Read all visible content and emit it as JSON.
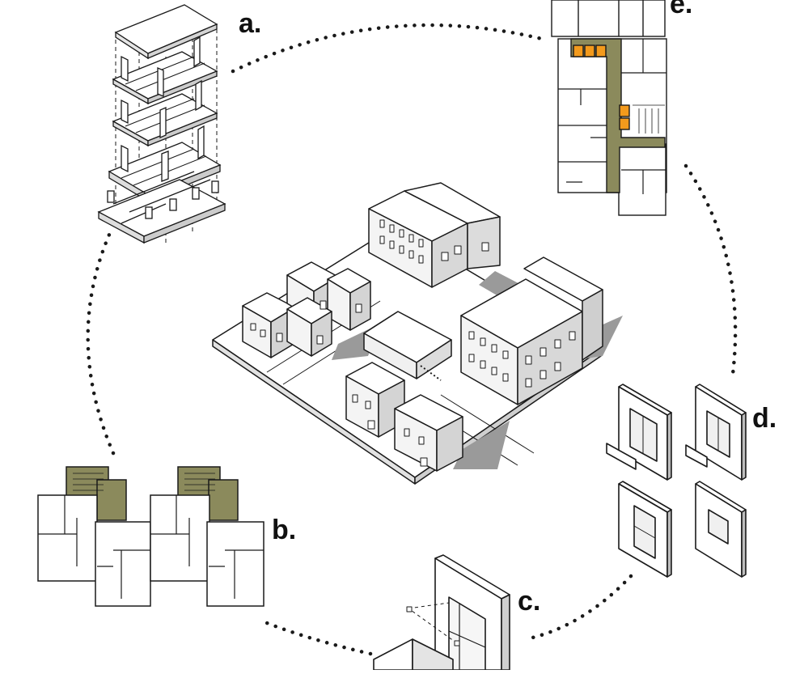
{
  "labels": {
    "a": "a.",
    "b": "b.",
    "c": "c.",
    "d": "d.",
    "e": "e."
  },
  "colors": {
    "line": "#1a1a1a",
    "shadow": "#9a9a9a",
    "wall": "#f4f4f4",
    "core_olive": "#8b8a5c",
    "stair_orange": "#f39a1c",
    "dots": "#1a1a1a"
  }
}
